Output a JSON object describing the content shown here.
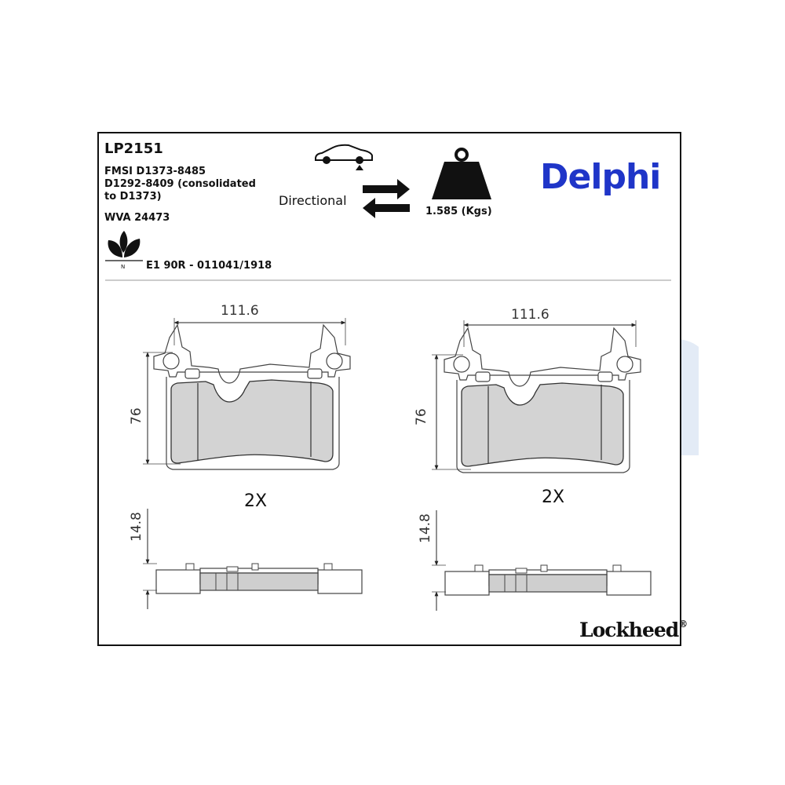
{
  "product": {
    "code": "LP2151",
    "fmsi_block": "FMSI D1373-8485\nD1292-8409 (consolidated\nto D1373)",
    "wva": "WVA 24473",
    "approval": "E1 90R - 011041/1918"
  },
  "attributes": {
    "mounting_label": "Directional",
    "weight": "1.585 (Kgs)"
  },
  "branding": {
    "brand": "Delphi",
    "sub_brand": "Lockheed",
    "brand_color": "#1f35c8",
    "watermark_color": "#e3ebf6"
  },
  "views": {
    "left": {
      "width_dim": "111.6",
      "height_dim": "76",
      "thickness_dim": "14.8",
      "quantity": "2X"
    },
    "right": {
      "width_dim": "111.6",
      "height_dim": "76",
      "thickness_dim": "14.8",
      "quantity": "2X"
    }
  },
  "icons": [
    "car-wear-sensor-icon",
    "direction-arrows-icon",
    "weight-icon",
    "eco-leaf-icon"
  ]
}
